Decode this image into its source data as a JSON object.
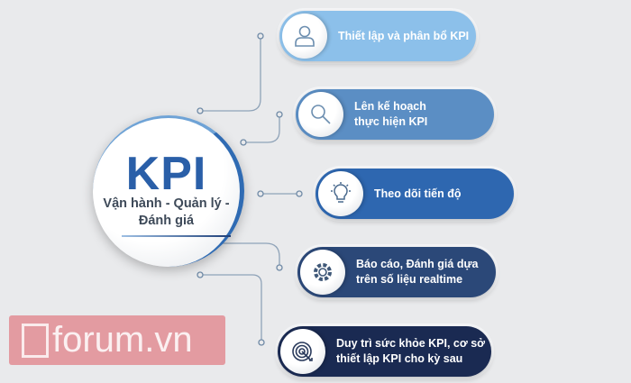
{
  "hub": {
    "title": "KPI",
    "subtitle": "Vận hành - Quản lý - Đánh giá"
  },
  "steps": [
    {
      "label": "Thiết lập và phân bổ KPI",
      "icon": "user-icon",
      "color": "#8cc0ea"
    },
    {
      "label": "Lên kế hoạch thực hiện KPI",
      "icon": "magnifier-icon",
      "color": "#5b8ec4"
    },
    {
      "label": "Theo dõi tiến độ",
      "icon": "lightbulb-icon",
      "color": "#2e67b0"
    },
    {
      "label": "Báo cáo, Đánh giá dựa trên số liệu realtime",
      "icon": "gear-icon",
      "color": "#2b4878"
    },
    {
      "label": "Duy trì sức khỏe KPI, cơ sở thiết lập KPI cho kỳ sau",
      "icon": "target-icon",
      "color": "#1a2a52"
    }
  ],
  "watermark": "forum.vn"
}
